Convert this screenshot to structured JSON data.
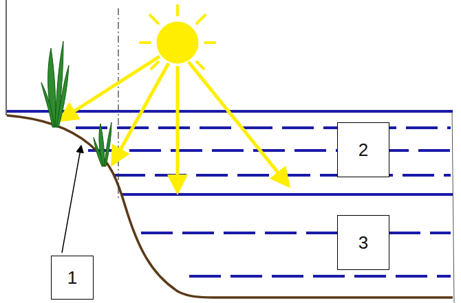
{
  "diagram": {
    "nodes": [
      {
        "text": [
          "2"
        ]
      },
      {
        "text": [
          "3"
        ]
      },
      {
        "text": [
          "1"
        ]
      }
    ]
  }
}
